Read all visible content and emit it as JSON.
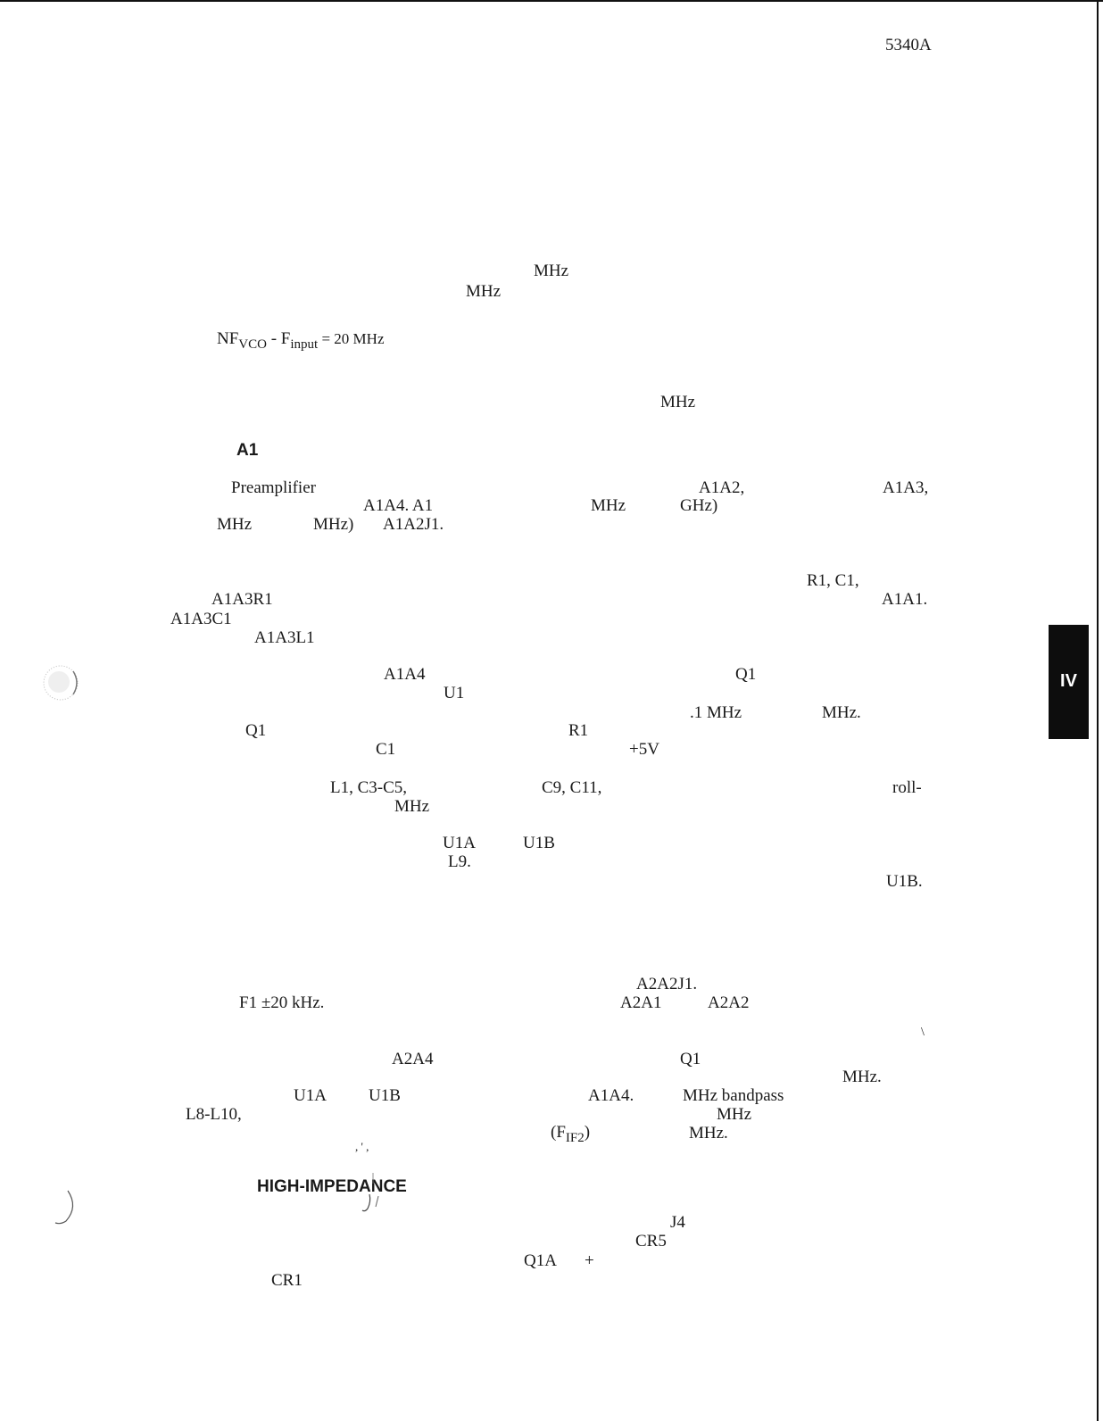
{
  "header": {
    "doc_id": "5340A"
  },
  "side_tab": {
    "label": "IV"
  },
  "formula": {
    "lhs_pre": "NF",
    "vco": "VCO",
    "minus_f": " - F",
    "input": "input",
    "rhs": " = 20 MHz"
  },
  "fragments": {
    "mhz_a": "MHz",
    "mhz_b": "MHz",
    "mhz_c": "MHz",
    "a1_heading": "A1",
    "preamplifier": "Preamplifier",
    "a1a2": "A1A2,",
    "a1a3": "A1A3,",
    "a1a4_a1": "A1A4.  A1",
    "mhz_d": "MHz",
    "ghz": "GHz)",
    "mhz_e": "MHz",
    "mhz_f": "MHz)",
    "a1a2j1": "A1A2J1.",
    "r1c1": "R1, C1,",
    "a1a3r1": "A1A3R1",
    "a1a1": "A1A1.",
    "a1a3c1": "A1A3C1",
    "a1a3l1": "A1A3L1",
    "a1a4": "A1A4",
    "q1_a": "Q1",
    "u1": "U1",
    "p1mhz": ".1  MHz",
    "mhz_g": "MHz.",
    "q1_b": "Q1",
    "r1": "R1",
    "c1": "C1",
    "plus5v": "+5V",
    "l1c3c5": "L1, C3-C5,",
    "c9c11": "C9, C11,",
    "roll": "roll-",
    "mhz_h": "MHz",
    "u1a_a": "U1A",
    "u1b_a": "U1B",
    "l9": "L9.",
    "u1b_b": "U1B.",
    "a2a2j1": "A2A2J1.",
    "f1_20khz": "F1 ±20 kHz.",
    "a2a1": "A2A1",
    "a2a2": "A2A2",
    "backslash": "\\",
    "a2a4": "A2A4",
    "q1_c": "Q1",
    "mhz_i": "MHz.",
    "u1a_b": "U1A",
    "u1b_c": "U1B",
    "a1a4_b": "A1A4.",
    "mhz_bandpass": "MHz bandpass",
    "l8l10": "L8-L10,",
    "mhz_j": "MHz",
    "fif2_open": "(F",
    "fif2_sub": "IF2",
    "fif2_close": ")",
    "mhz_k": "MHz.",
    "ticks": ",  '  ,",
    "high_impedance": "HIGH-IMPEDANCE",
    "j4": "J4",
    "cr5": "CR5",
    "q1a": "Q1A",
    "plus": "+",
    "cr1": "CR1"
  }
}
